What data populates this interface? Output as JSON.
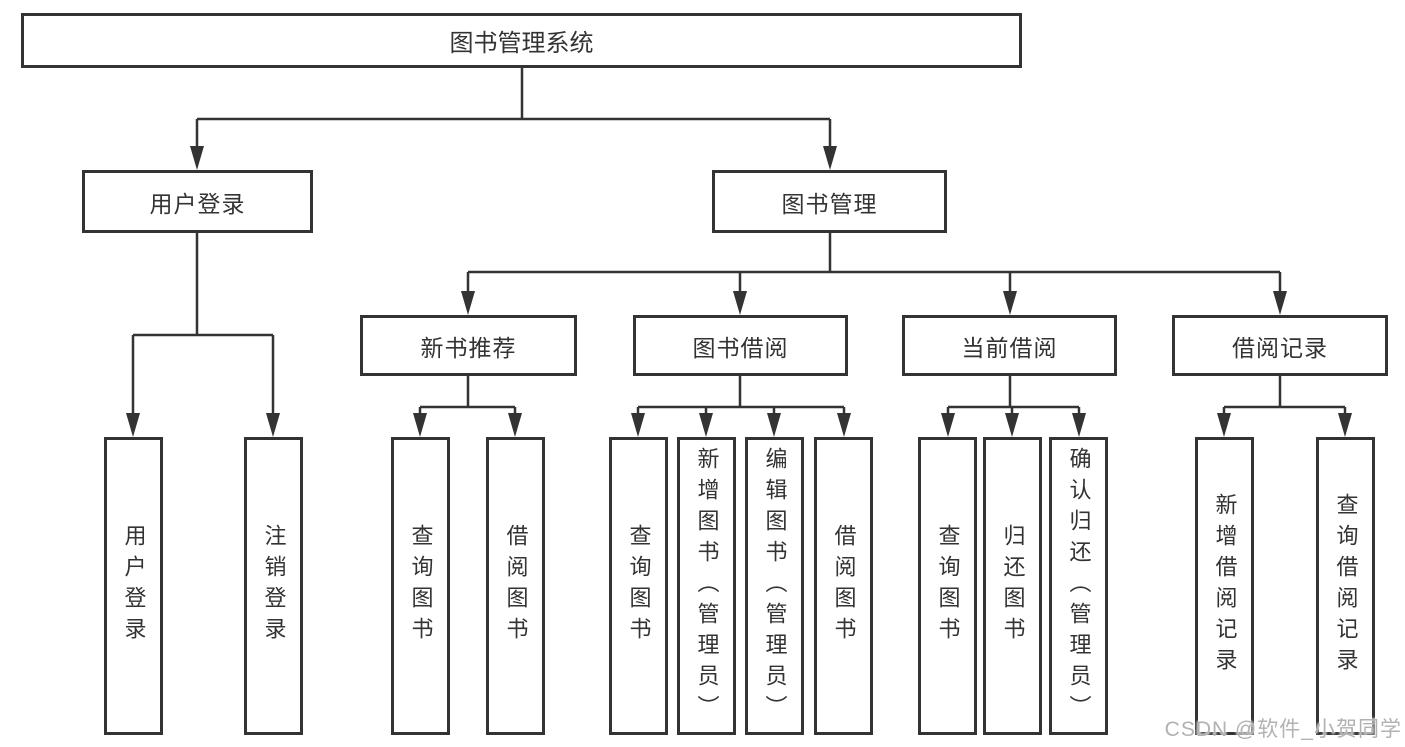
{
  "diagram": {
    "type": "hierarchy-tree",
    "title": "图书管理系统",
    "watermark": "CSDN @软件_小贺同学",
    "colors": {
      "line": "#333333",
      "text": "#333333",
      "box_background": "#ffffff",
      "watermark": "#b2b2b2",
      "background": "#ffffff"
    },
    "nodes": {
      "root": {
        "label": "图书管理系统",
        "parent": null
      },
      "user_login": {
        "label": "用户登录",
        "parent": "root"
      },
      "book_mgmt": {
        "label": "图书管理",
        "parent": "root"
      },
      "new_book_rec": {
        "label": "新书推荐",
        "parent": "book_mgmt"
      },
      "book_borrow": {
        "label": "图书借阅",
        "parent": "book_mgmt"
      },
      "current_borrow": {
        "label": "当前借阅",
        "parent": "book_mgmt"
      },
      "borrow_records": {
        "label": "借阅记录",
        "parent": "book_mgmt"
      },
      "leaf_user_login": {
        "label": "用户登录",
        "parent": "user_login"
      },
      "leaf_logout": {
        "label": "注销登录",
        "parent": "user_login"
      },
      "leaf_query_book_1": {
        "label": "查询图书",
        "parent": "new_book_rec"
      },
      "leaf_borrow_book_1": {
        "label": "借阅图书",
        "parent": "new_book_rec"
      },
      "leaf_query_book_2": {
        "label": "查询图书",
        "parent": "book_borrow"
      },
      "leaf_add_book": {
        "label": "新增图书（管理员）",
        "parent": "book_borrow"
      },
      "leaf_edit_book": {
        "label": "编辑图书（管理员）",
        "parent": "book_borrow"
      },
      "leaf_borrow_book_2": {
        "label": "借阅图书",
        "parent": "book_borrow"
      },
      "leaf_query_book_3": {
        "label": "查询图书",
        "parent": "current_borrow"
      },
      "leaf_return_book": {
        "label": "归还图书",
        "parent": "current_borrow"
      },
      "leaf_confirm_return": {
        "label": "确认归还（管理员）",
        "parent": "current_borrow"
      },
      "leaf_add_record": {
        "label": "新增借阅记录",
        "parent": "borrow_records"
      },
      "leaf_query_record": {
        "label": "查询借阅记录",
        "parent": "borrow_records"
      }
    }
  }
}
